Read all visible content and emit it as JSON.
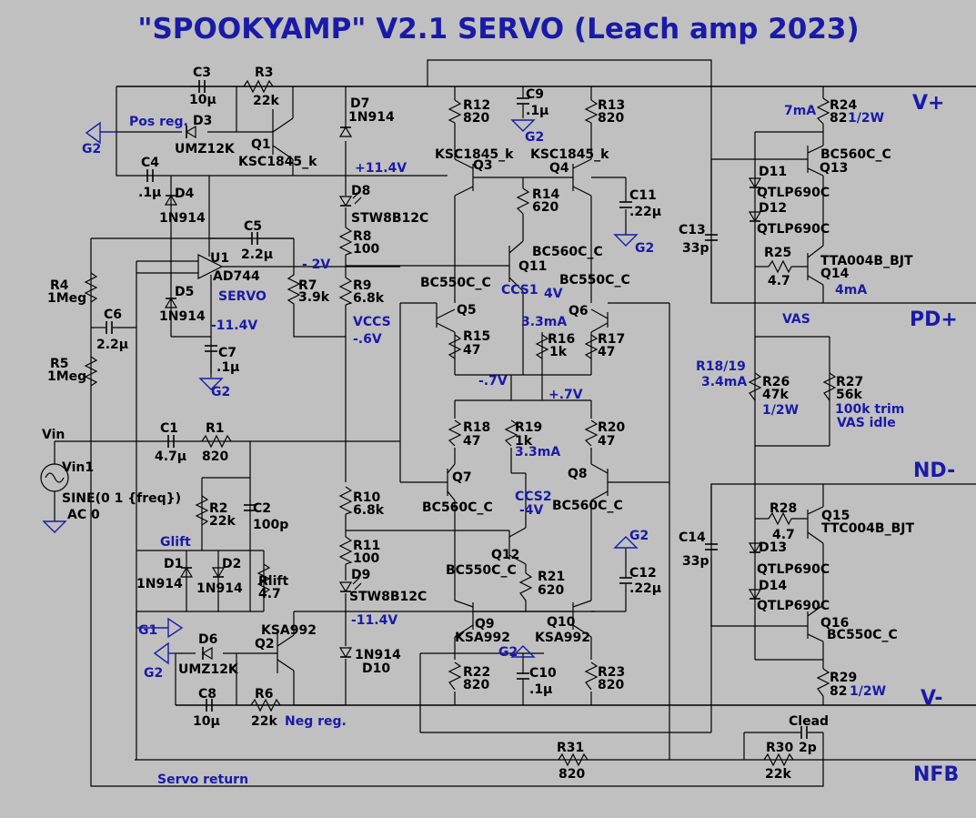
{
  "title": "\"SPOOKYAMP\" V2.1 SERVO (Leach amp 2023)",
  "rails": {
    "vplus": "V+",
    "vminus": "V-",
    "pdplus": "PD+",
    "ndminus": "ND-",
    "nfb": "NFB"
  },
  "components": {
    "C3": [
      "C3",
      "10µ"
    ],
    "R3": [
      "R3",
      "22k"
    ],
    "D3": [
      "D3",
      "UMZ12K"
    ],
    "Q1": [
      "Q1",
      "KSC1845_k"
    ],
    "C4": [
      "C4",
      ".1µ"
    ],
    "D4": [
      "D4",
      "1N914"
    ],
    "D7": [
      "D7",
      "1N914"
    ],
    "D8": [
      "D8",
      "STW8B12C"
    ],
    "R8": [
      "R8",
      "100"
    ],
    "R9": [
      "R9",
      "6.8k"
    ],
    "C5": [
      "C5",
      "2.2µ"
    ],
    "U1": [
      "U1",
      "AD744"
    ],
    "R4": [
      "R4",
      "1Meg"
    ],
    "R5": [
      "R5",
      "1Meg"
    ],
    "C6": [
      "C6",
      "2.2µ"
    ],
    "D5": [
      "D5",
      "1N914"
    ],
    "R7": [
      "R7",
      "3.9k"
    ],
    "C7": [
      "C7",
      ".1µ"
    ],
    "R12": [
      "R12",
      "820"
    ],
    "C9": [
      "C9",
      ".1µ"
    ],
    "R13": [
      "R13",
      "820"
    ],
    "Q3": [
      "Q3",
      "KSC1845_k"
    ],
    "Q4": [
      "Q4",
      "KSC1845_k"
    ],
    "R14": [
      "R14",
      "620"
    ],
    "C11": [
      "C11",
      ".22µ"
    ],
    "Q11": [
      "Q11",
      "BC560C_C"
    ],
    "Q5": [
      "Q5",
      "BC550C_C"
    ],
    "Q6": [
      "Q6",
      "BC550C_C"
    ],
    "R15": [
      "R15",
      "47"
    ],
    "R16": [
      "R16",
      "1k"
    ],
    "R17": [
      "R17",
      "47"
    ],
    "R24": [
      "R24",
      "82"
    ],
    "Q13": [
      "Q13",
      "BC560C_C"
    ],
    "D11": [
      "D11",
      "QTLP690C"
    ],
    "D12": [
      "D12",
      "QTLP690C"
    ],
    "R25": [
      "R25",
      "4.7"
    ],
    "Q14": [
      "Q14",
      "TTA004B_BJT"
    ],
    "C13": [
      "C13",
      "33p"
    ],
    "R26": [
      "R26",
      "47k"
    ],
    "R27": [
      "R27",
      "56k"
    ],
    "C1": [
      "C1",
      "4.7µ"
    ],
    "R1": [
      "R1",
      "820"
    ],
    "R18": [
      "R18",
      "47"
    ],
    "R19": [
      "R19",
      "1k"
    ],
    "R20": [
      "R20",
      "47"
    ],
    "Q7": [
      "Q7",
      "BC560C_C"
    ],
    "Q8": [
      "Q8",
      "BC560C_C"
    ],
    "R10": [
      "R10",
      "6.8k"
    ],
    "R11": [
      "R11",
      "100"
    ],
    "D9": [
      "D9",
      "STW8B12C"
    ],
    "R2": [
      "R2",
      "22k"
    ],
    "C2": [
      "C2",
      "100p"
    ],
    "D1": [
      "D1",
      "1N914"
    ],
    "D2": [
      "D2",
      "1N914"
    ],
    "Rlift": [
      "Rlift",
      "4.7"
    ],
    "Q12": [
      "Q12",
      "BC550C_C"
    ],
    "R21": [
      "R21",
      "620"
    ],
    "C12": [
      "C12",
      ".22µ"
    ],
    "Q9": [
      "Q9",
      "KSA992"
    ],
    "Q10": [
      "Q10",
      "KSA992"
    ],
    "Q2": [
      "Q2",
      "KSA992"
    ],
    "D6": [
      "D6",
      "UMZ12K"
    ],
    "D10": [
      "D10",
      "1N914"
    ],
    "R22": [
      "R22",
      "820"
    ],
    "C10": [
      "C10",
      ".1µ"
    ],
    "R23": [
      "R23",
      "820"
    ],
    "C8": [
      "C8",
      "10µ"
    ],
    "R6": [
      "R6",
      "22k"
    ],
    "R28": [
      "R28",
      "4.7"
    ],
    "Q15": [
      "Q15",
      "TTC004B_BJT"
    ],
    "D13": [
      "D13",
      "QTLP690C"
    ],
    "D14": [
      "D14",
      "QTLP690C"
    ],
    "Q16": [
      "Q16",
      "BC550C_C"
    ],
    "C14": [
      "C14",
      "33p"
    ],
    "R29": [
      "R29",
      "82"
    ],
    "R31": [
      "R31",
      "820"
    ],
    "R30": [
      "R30",
      "22k"
    ],
    "Clead": [
      "Clead",
      "2p"
    ],
    "Vin1": [
      "Vin1",
      "SINE(0 1 {freq})",
      "AC 0"
    ]
  },
  "annotations": {
    "pos_reg": "Pos reg.",
    "neg_reg": "Neg reg.",
    "v114p": "+11.4V",
    "v114n1": "-11.4V",
    "v114n2": "-11.4V",
    "m2v": "- 2V",
    "servo": "SERVO",
    "vccs": "VCCS",
    "m06v": "-.6V",
    "ccs1": "CCS1",
    "v4": "4V",
    "ma33a": "3.3mA",
    "ma33b": "3.3mA",
    "m07v": "-.7V",
    "p07v": "+.7V",
    "ccs2": "CCS2",
    "m4v": "-4V",
    "ma7": "7mA",
    "w12a": "1/2W",
    "w12b": "1/2W",
    "w12c": "1/2W",
    "ma4": "4mA",
    "vas": "VAS",
    "r1819": "R18/19",
    "ma34": "3.4mA",
    "trim": "100k trim",
    "idle": "VAS idle",
    "vin": "Vin",
    "glift": "Glift",
    "servo_return": "Servo return"
  },
  "grounds": {
    "g1": "G1",
    "g2": "G2"
  },
  "colors": {
    "background": "#c0c0c0",
    "net_label": "#1a1aa8",
    "wire": "#000000"
  }
}
